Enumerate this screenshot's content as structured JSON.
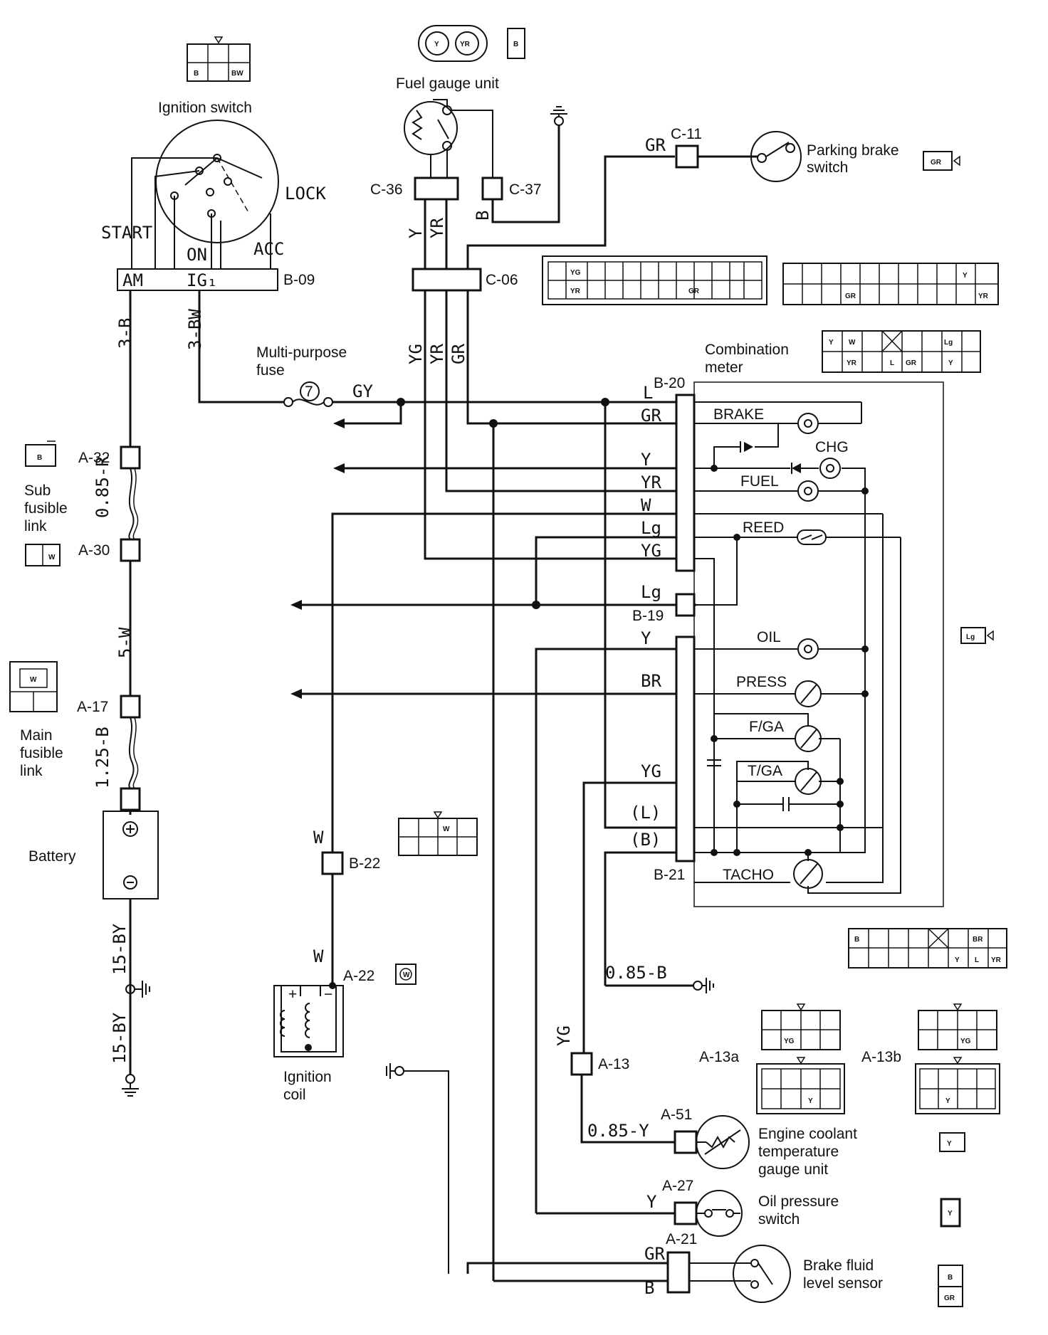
{
  "components": {
    "ignition_switch": {
      "title": "Ignition switch",
      "lock": "LOCK",
      "start": "START",
      "on": "ON",
      "acc": "ACC",
      "am": "AM",
      "ig1": "IG₁",
      "connector": "B-09"
    },
    "fuel_gauge_unit": {
      "title": "Fuel gauge unit",
      "c36": "C-36",
      "c37": "C-37",
      "c06": "C-06"
    },
    "parking_brake_switch": {
      "title_line1": "Parking brake",
      "title_line2": "switch",
      "connector": "C-11"
    },
    "multipurpose_fuse": {
      "line1": "Multi-purpose",
      "line2": "fuse",
      "number": "7"
    },
    "combination_meter": {
      "line1": "Combination",
      "line2": "meter",
      "conn_top": "B-20",
      "conn_mid": "B-19",
      "conn_bottom": "B-21",
      "items": {
        "brake": "BRAKE",
        "chg": "CHG",
        "fuel": "FUEL",
        "reed": "REED",
        "oil": "OIL",
        "press": "PRESS",
        "fga": "F/GA",
        "tga": "T/GA",
        "tacho": "TACHO"
      }
    },
    "sub_fusible_link": {
      "line1": "Sub",
      "line2": "fusible",
      "line3": "link",
      "a32": "A-32",
      "a30": "A-30"
    },
    "main_fusible_link": {
      "line1": "Main",
      "line2": "fusible",
      "line3": "link",
      "a17": "A-17"
    },
    "battery": {
      "title": "Battery"
    },
    "ignition_coil": {
      "line1": "Ignition",
      "line2": "coil",
      "b22": "B-22",
      "a22": "A-22"
    },
    "coolant_gauge": {
      "line1": "Engine coolant",
      "line2": "temperature",
      "line3": "gauge unit",
      "connector": "A-51"
    },
    "oil_pressure_switch": {
      "line1": "Oil pressure",
      "line2": "switch",
      "connector": "A-27"
    },
    "brake_fluid_sensor": {
      "line1": "Brake fluid",
      "line2": "level sensor",
      "connector": "A-21"
    },
    "a13": {
      "connector": "A-13",
      "a13a": "A-13a",
      "a13b": "A-13b"
    }
  },
  "wires": {
    "w3b": "3-B",
    "w3bw": "3-BW",
    "w085r": "0.85-R",
    "w5w": "5-W",
    "w125b": "1.25-B",
    "w15by_a": "15-BY",
    "w15by_b": "15-BY",
    "y": "Y",
    "yr": "YR",
    "b": "B",
    "gr": "GR",
    "yg": "YG",
    "gy": "GY",
    "w": "W",
    "lg": "Lg",
    "l": "L",
    "br": "BR",
    "paren_l": "(L)",
    "paren_b": "(B)",
    "w085b": "0.85-B",
    "w085y": "0.85-Y"
  },
  "pin_codes": {
    "ign_b": "B",
    "ign_bw": "BW",
    "fg_y": "Y",
    "fg_yr": "YR",
    "fg_b": "B",
    "pb_gr": "GR",
    "sub_b": "B",
    "sub_w": "W",
    "main_w": "W",
    "c06l_yg": "YG",
    "c06l_yr": "YR",
    "c06l_gr": "GR",
    "c06r_y": "Y",
    "c06r_gr": "GR",
    "c06r_yr": "YR",
    "b20_y": "Y",
    "b20_w": "W",
    "b20_lg": "Lg",
    "b20_yr": "YR",
    "b20_l": "L",
    "b20_gr": "GR",
    "b20_y2": "Y",
    "b19_lg": "Lg",
    "b22_w": "W",
    "a22_w": "W",
    "b21_b": "B",
    "b21_br": "BR",
    "b21_y": "Y",
    "b21_l": "L",
    "b21_yr": "YR",
    "a13a_yg": "YG",
    "a13a_y": "Y",
    "a13b_yg": "YG",
    "a13b_y": "Y",
    "a51_y": "Y",
    "a27_y": "Y",
    "a21_b": "B",
    "a21_gr": "GR"
  }
}
